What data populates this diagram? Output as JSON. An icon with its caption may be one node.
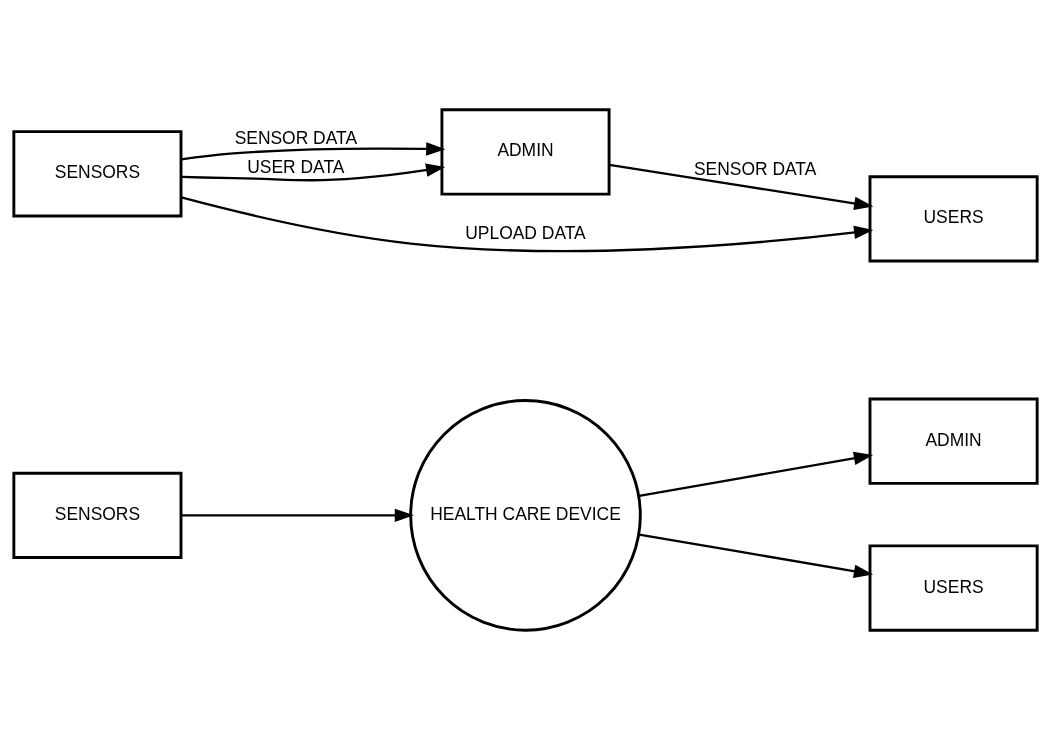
{
  "diagram": {
    "nodes": [
      {
        "text": [
          "SENSORS"
        ]
      },
      {
        "text": [
          "HEALTH CARE DEVICE"
        ]
      },
      {
        "text": [
          "ADMIN"
        ]
      },
      {
        "text": [
          "USERS"
        ]
      },
      {
        "text": [
          "ADMIN"
        ]
      },
      {
        "text": [
          "SENSORS"
        ]
      },
      {
        "text": [
          "USERS"
        ]
      }
    ],
    "edges": [
      {
        "from": 0,
        "to": 1,
        "arrow": "to"
      },
      {
        "from": 1,
        "to": 2,
        "arrow": "to"
      },
      {
        "from": 1,
        "to": 3,
        "arrow": "to"
      },
      {
        "from": 5,
        "to": 4,
        "arrow": "to",
        "label": "SENSOR DATA"
      },
      {
        "from": 5,
        "to": 4,
        "arrow": "to",
        "label": "USER DATA"
      },
      {
        "from": 4,
        "to": 6,
        "arrow": "to",
        "label": "SENSOR DATA"
      },
      {
        "from": 5,
        "to": 6,
        "arrow": "to",
        "label": "UPLOAD DATA"
      }
    ]
  }
}
